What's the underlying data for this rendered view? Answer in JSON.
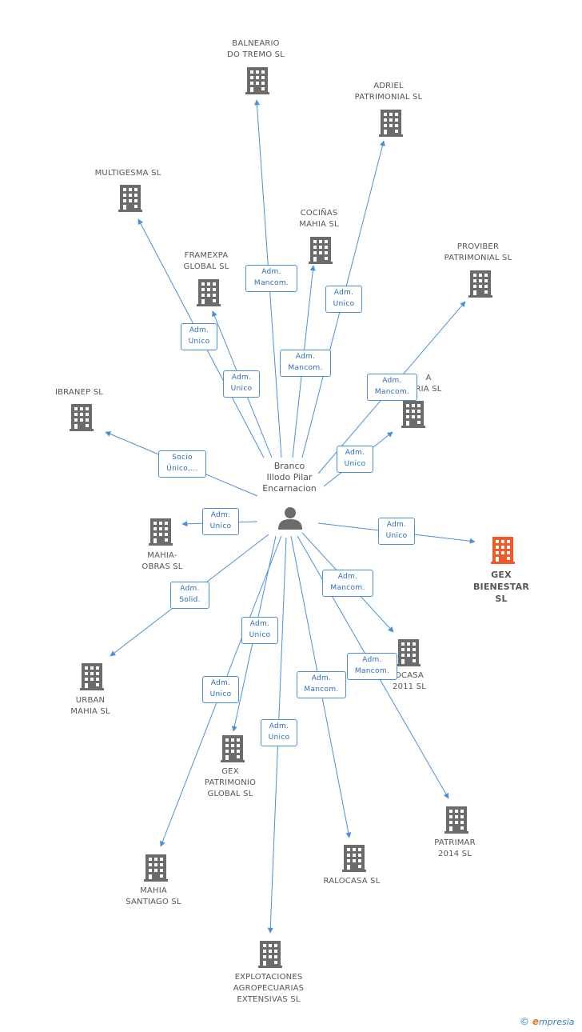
{
  "center": {
    "name": "Branco\nIllodo Pilar\nEncarnacion"
  },
  "companies": [
    {
      "id": "balneario",
      "name": "BALNEARIO\nDO TREMO SL"
    },
    {
      "id": "adriel",
      "name": "ADRIEL\nPATRIMONIAL SL"
    },
    {
      "id": "multigesma",
      "name": "MULTIGESMA SL"
    },
    {
      "id": "cocinas",
      "name": "COCIÑAS\nMAHIA SL"
    },
    {
      "id": "framexpa",
      "name": "FRAMEXPA\nGLOBAL SL"
    },
    {
      "id": "proviber",
      "name": "PROVIBER\nPATRIMONIAL SL"
    },
    {
      "id": "ibranep",
      "name": "IBRANEP SL"
    },
    {
      "id": "hidden_ria",
      "name": "A\nRIA SL"
    },
    {
      "id": "mahia_obras",
      "name": "MAHIA-\nOBRAS SL"
    },
    {
      "id": "gex_bienestar",
      "name": "GEX\nBIENESTAR\nSL",
      "highlight": true
    },
    {
      "id": "ocasa",
      "name": "OCASA\n2011 SL"
    },
    {
      "id": "urban",
      "name": "URBAN\nMAHIA SL"
    },
    {
      "id": "gex_patrimonio",
      "name": "GEX\nPATRIMONIO\nGLOBAL SL"
    },
    {
      "id": "patrimar",
      "name": "PATRIMAR\n2014  SL"
    },
    {
      "id": "mahia_santiago",
      "name": "MAHIA\nSANTIAGO SL"
    },
    {
      "id": "ralocasa",
      "name": "RALOCASA SL"
    },
    {
      "id": "explotaciones",
      "name": "EXPLOTACIONES\nAGROPECUARIAS\nEXTENSIVAS SL"
    }
  ],
  "relations": [
    {
      "id": "r_balneario",
      "label": "Adm.\nMancom."
    },
    {
      "id": "r_adriel",
      "label": "Adm.\nUnico"
    },
    {
      "id": "r_multigesma",
      "label": "Adm.\nUnico"
    },
    {
      "id": "r_cocinas",
      "label": "Adm.\nMancom."
    },
    {
      "id": "r_framexpa",
      "label": "Adm.\nUnico"
    },
    {
      "id": "r_proviber",
      "label": "Adm.\nMancom."
    },
    {
      "id": "r_ibranep",
      "label": "Socio\nÚnico,..."
    },
    {
      "id": "r_ria",
      "label": "Adm.\nUnico"
    },
    {
      "id": "r_mahia_obras",
      "label": "Adm.\nUnico"
    },
    {
      "id": "r_gex_bienestar",
      "label": "Adm.\nUnico"
    },
    {
      "id": "r_urban",
      "label": "Adm.\nSolid."
    },
    {
      "id": "r_ocasa",
      "label": "Adm.\nMancom."
    },
    {
      "id": "r_gex_patrimonio",
      "label": "Adm.\nUnico"
    },
    {
      "id": "r_patrimar",
      "label": "Adm.\nMancom."
    },
    {
      "id": "r_mahia_santiago",
      "label": "Adm.\nUnico"
    },
    {
      "id": "r_ralocasa",
      "label": "Adm.\nMancom."
    },
    {
      "id": "r_explotaciones",
      "label": "Adm.\nUnico"
    }
  ],
  "colors": {
    "edge": "#4a90d9",
    "building": "#6b6b6b",
    "highlight": "#f05a28",
    "person": "#6b6b6b"
  },
  "footer": {
    "copyright": "©",
    "brand_e": "e",
    "brand_rest": "mpresia"
  }
}
